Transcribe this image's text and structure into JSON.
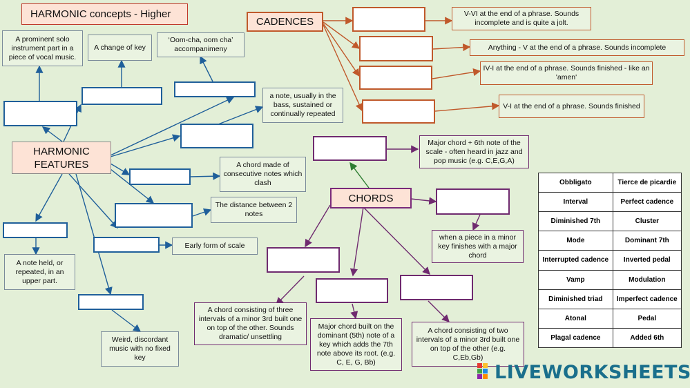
{
  "title": "HARMONIC concepts - Higher",
  "harmonic_features": "HARMONIC\nFEATURES",
  "cadences": "CADENCES",
  "chords": "CHORDS",
  "harmonic_notes": [
    "A prominent solo instrument part in a piece of vocal music.",
    "A change of key",
    "‘Oom-cha, oom cha’ accompanimeny",
    "a note, usually in the bass, sustained or continually repeated",
    "A chord made of consecutive notes which clash",
    "The distance between 2 notes",
    "Early form of scale",
    "A note held, or repeated, in an upper part.",
    "Weird, discordant music with no fixed key"
  ],
  "cadence_notes": [
    "V-VI at the end of a phrase.  Sounds incomplete and is quite a jolt.",
    "Anything - V at the end of a phrase.  Sounds incomplete",
    "IV-I at the end of a phrase. Sounds finished - like an 'amen'",
    "V-I at the end of a phrase. Sounds finished"
  ],
  "chord_notes": [
    "Major chord + 6th note of the scale - often heard in jazz and pop music (e.g. C,E,G,A)",
    "when a piece in a minor key finishes with a major chord",
    "A chord consisting of three intervals of a minor 3rd built one on top of the other.  Sounds dramatic/ unsettling",
    "Major chord built on the dominant (5th) note of a key which adds the 7th note above its root. (e.g. C, E, G, Bb)",
    "A chord consisting of two intervals of a minor 3rd built one on top of the other (e.g. C,Eb,Gb)"
  ],
  "word_bank": [
    [
      "Obbligato",
      "Tierce de picardie"
    ],
    [
      "Interval",
      "Perfect cadence"
    ],
    [
      "Diminished 7th",
      "Cluster"
    ],
    [
      "Mode",
      "Dominant 7th"
    ],
    [
      "Interrupted cadence",
      "Inverted pedal"
    ],
    [
      "Vamp",
      "Modulation"
    ],
    [
      "Diminished triad",
      "Imperfect cadence"
    ],
    [
      "Atonal",
      "Pedal"
    ],
    [
      "Plagal cadence",
      "Added 6th"
    ]
  ],
  "logo_text": "LIVEWORKSHEETS",
  "colors": {
    "blue": "#1f5f9a",
    "orange": "#c0592b",
    "purple": "#6f2a6f",
    "green": "#2e7d32",
    "background": "#e3efd7"
  }
}
